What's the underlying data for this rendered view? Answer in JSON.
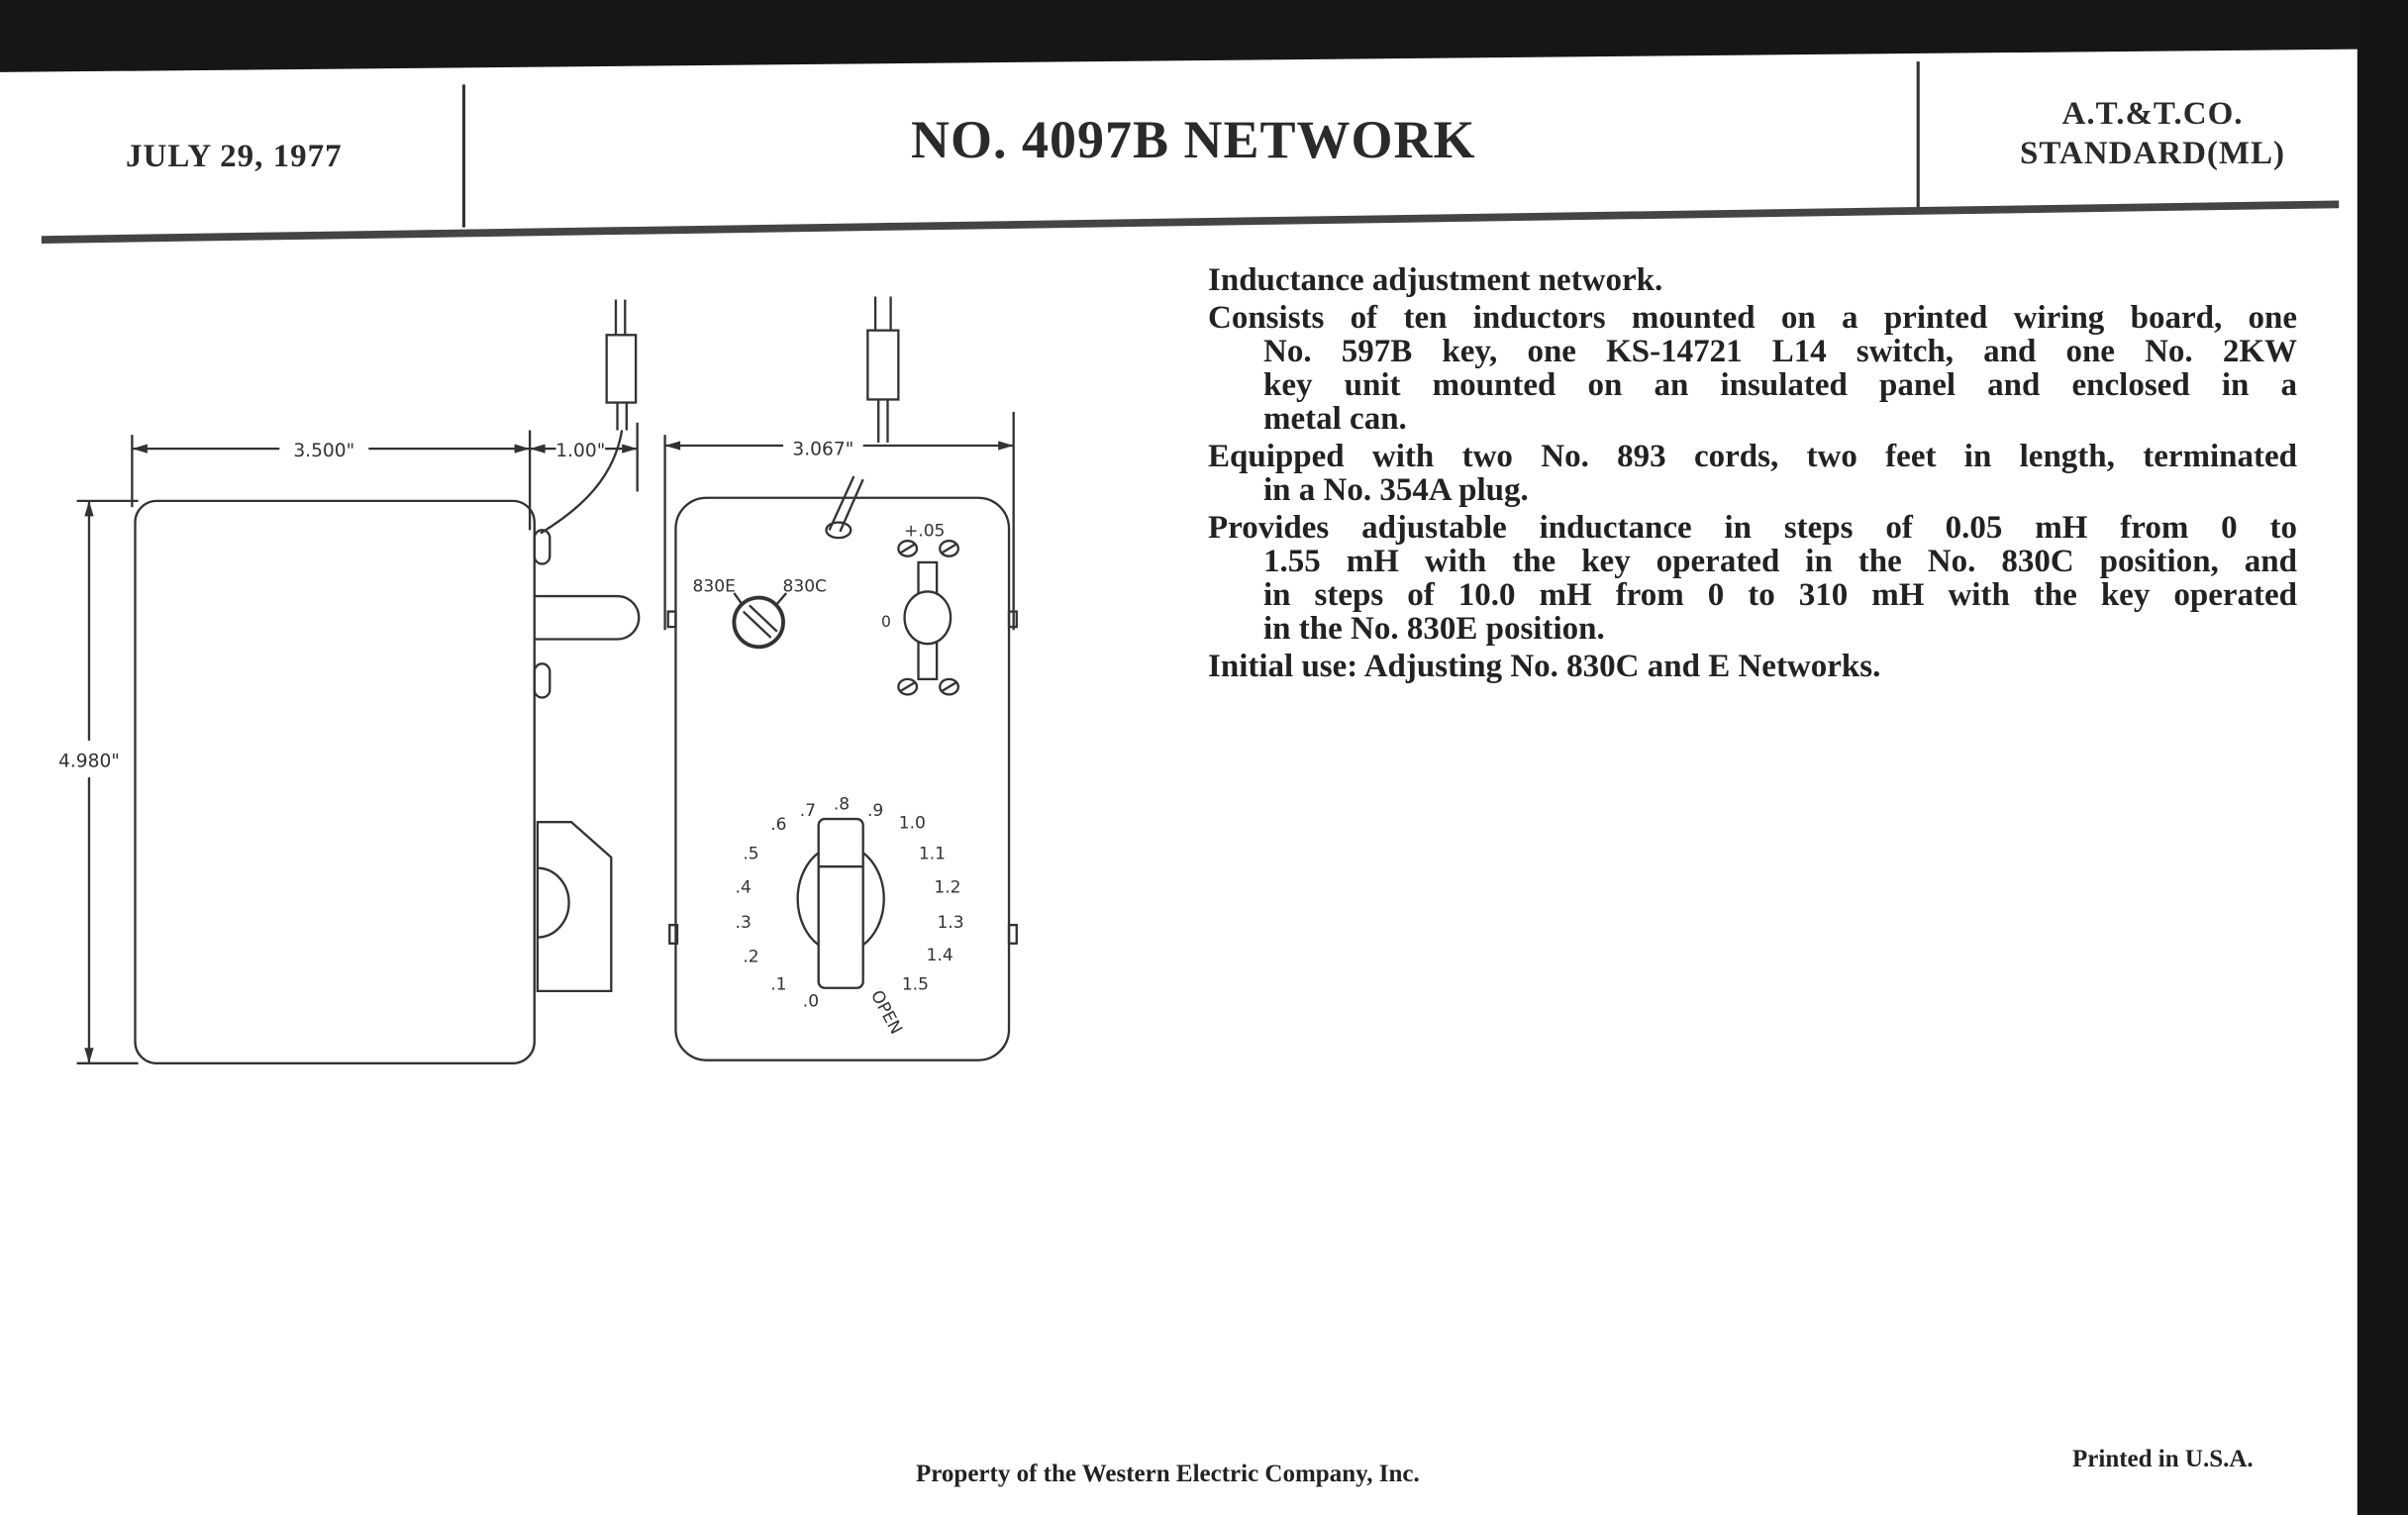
{
  "header": {
    "date": "JULY 29, 1977",
    "title": "NO. 4097B NETWORK",
    "standard_line1": "A.T.&T.CO.",
    "standard_line2": "STANDARD(ML)"
  },
  "description": [
    {
      "lines": [
        "Inductance adjustment network."
      ]
    },
    {
      "lines": [
        "Consists of ten inductors mounted on a printed wiring board, one",
        "No. 597B key, one KS-14721 L14 switch, and one No. 2KW",
        "key unit mounted on an insulated panel and enclosed in a",
        "metal can."
      ]
    },
    {
      "lines": [
        "Equipped with two No. 893 cords, two feet in length, terminated",
        "in a No. 354A plug."
      ]
    },
    {
      "lines": [
        "Provides adjustable inductance in steps of 0.05 mH from 0 to",
        "1.55 mH with the key operated in the No. 830C position, and",
        "in steps of 10.0 mH from 0 to 310 mH with the key operated",
        "in the No. 830E position."
      ]
    },
    {
      "lines": [
        "Initial use:  Adjusting No. 830C and E Networks."
      ]
    }
  ],
  "drawing": {
    "side_view": {
      "width_dim": "3.500\"",
      "depth_dim": "1.00\"",
      "height_dim": "4.980\""
    },
    "front_view": {
      "width_dim": "3.067\"",
      "key_label_e": "830E",
      "key_label_c": "830C",
      "switch_label_top": "+.05",
      "switch_label_zero": "0",
      "dial_labels": [
        ".0",
        ".1",
        ".2",
        ".3",
        ".4",
        ".5",
        ".6",
        ".7",
        ".8",
        ".9",
        "1.0",
        "1.1",
        "1.2",
        "1.3",
        "1.4",
        "1.5"
      ],
      "dial_open_label": "OPEN"
    }
  },
  "footer": {
    "property": "Property of the Western Electric Company, Inc.",
    "printed": "Printed in U.S.A."
  }
}
